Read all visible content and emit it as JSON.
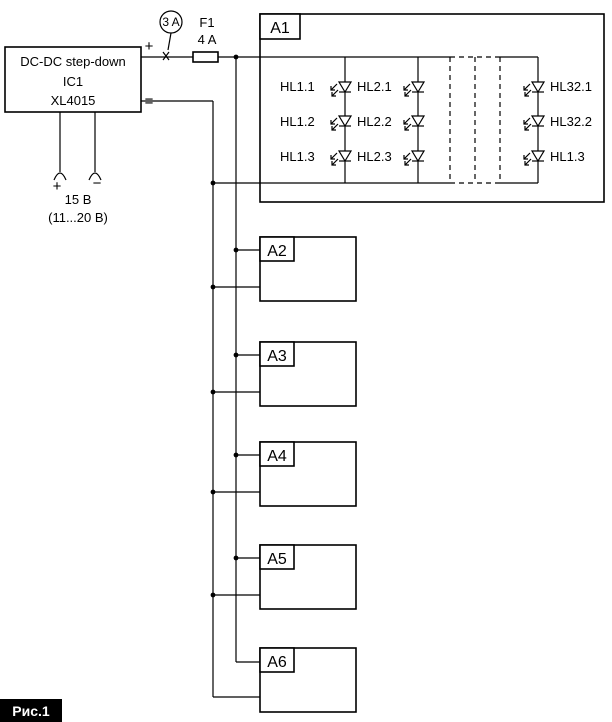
{
  "converter": {
    "type_label": "DC-DC step-down",
    "ref": "IC1",
    "part": "XL4015",
    "plus_mark": "+",
    "minus_mark": "="
  },
  "ammeter_label": "3 A",
  "fuse": {
    "ref": "F1",
    "rating": "4 A"
  },
  "power_input": {
    "plus": "+",
    "minus": "−",
    "voltage": "15 В",
    "range": "(11...20 В)"
  },
  "module_a1": {
    "label": "A1",
    "led_labels": [
      "HL1.1",
      "HL1.2",
      "HL1.3",
      "HL2.1",
      "HL2.2",
      "HL2.3",
      "HL32.1",
      "HL32.2",
      "HL1.3"
    ]
  },
  "modules": [
    "A2",
    "A3",
    "A4",
    "A5",
    "A6"
  ],
  "figure_tag": "Рис.1"
}
